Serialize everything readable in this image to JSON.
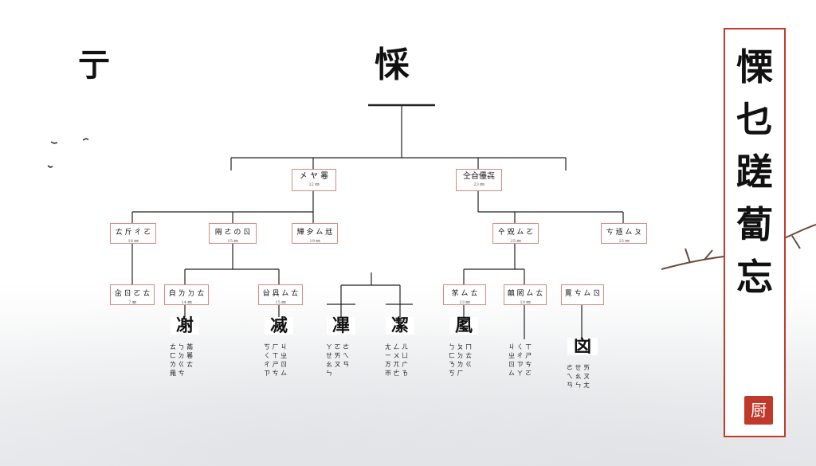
{
  "title": "㥒",
  "corner_mark": "亍",
  "scroll": {
    "chars": [
      "慄",
      "乜",
      "蹉",
      "蔔",
      "忘"
    ],
    "seal": "厨"
  },
  "level1": [
    {
      "label": "㐅 ヤ 㒽",
      "sub": "22 ㎜"
    },
    {
      "label": "㒰㒲㒦㐂",
      "sub": "23 ㎜"
    }
  ],
  "level2": [
    {
      "label": "ㄊ 斤 ㄔ ㄛ",
      "sub": "18 ㎜"
    },
    {
      "label": "㒳 ㄜ の ㄖ",
      "sub": "15 ㎜"
    },
    {
      "label": "㒯 㒱 ㄙ 㒬",
      "sub": "19 ㎜"
    },
    {
      "label": "㐃 㒭 ㄙ ㄛ",
      "sub": "25 ㎜"
    },
    {
      "label": "ㄘ 㒮 ㄙ ㄆ",
      "sub": "25 ㎜"
    }
  ],
  "level3": [
    {
      "label": "㒴 ㄖ ㄛ ㄊ",
      "sub": "7 ㎜"
    },
    {
      "label": "㒵 ㄌ ㄉ ㄊ",
      "sub": "14 ㎜"
    },
    {
      "label": "㒶 㒷 ㄙ ㄊ",
      "sub": "15 ㎜"
    },
    {
      "label": "㒸 ㄙ ㄊ",
      "sub": "23 ㎜"
    },
    {
      "label": "㒹 㒺 ㄙ ㄊ",
      "sub": "10 ㎜"
    },
    {
      "label": "㒻 ㄘ ㄙ ㄖ",
      "sub": ""
    }
  ],
  "glyphs": [
    "㓔",
    "㓕",
    "㓖",
    "㓗",
    "㓘",
    "㓙"
  ],
  "columns": [
    "ㄊ ㄅ 㒼\nㄈ ㄉ 㒽\nㄌ ㄍ ㄊ\n㒾 ㄘ",
    "ㄎ ㄏ ㄐ\nㄑ ㄒ ㄓ\nㄔ ㄕ ㄖ\nㄗ ㄘ ㄙ",
    "ㄚ ㄛ ㄜ\nㄝ ㄞ ㄟ\nㄠ ㄡ ㄢ\nㄣ",
    "ㄤ ㄥ ㄦ\nㄧ ㄨ ㄩ\nㄪ ㄫ ㄬ\nㄭ ㄮ ㄯ",
    "ㄅ ㄆ ㄇ\nㄈ ㄉ ㄊ\nㄋ ㄌ ㄍ\nㄎ ㄏ",
    "ㄐ ㄑ ㄒ\nㄓ ㄔ ㄕ\nㄖ ㄗ ㄘ\nㄙ ㄚ ㄛ",
    "ㄜ ㄝ ㄞ\nㄟ ㄠ ㄡ\nㄢ ㄣ ㄤ"
  ]
}
